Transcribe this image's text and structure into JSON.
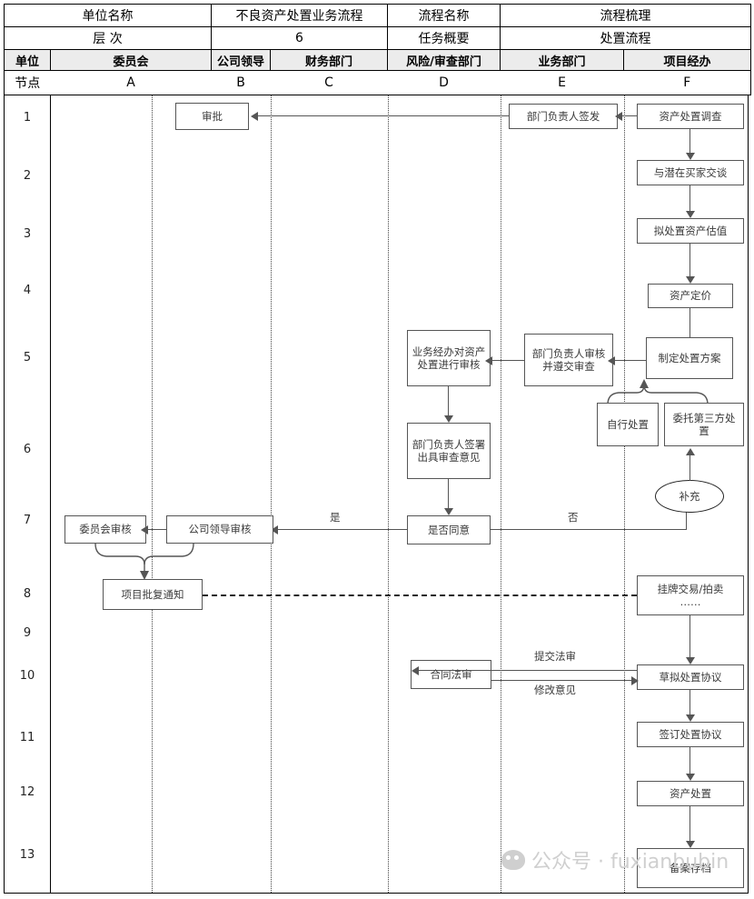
{
  "header": {
    "row1": [
      {
        "label": "单位名称"
      },
      {
        "value": "不良资产处置业务流程"
      },
      {
        "label": "流程名称"
      },
      {
        "value": "流程梳理"
      }
    ],
    "row2": [
      {
        "label": "层    次"
      },
      {
        "value": "6"
      },
      {
        "label": "任务概要"
      },
      {
        "value": "处置流程"
      }
    ],
    "unit_label": "单位",
    "node_label": "节点",
    "lanes": [
      {
        "name": "委员会",
        "code": "A"
      },
      {
        "name": "公司领导",
        "code": "B"
      },
      {
        "name": "财务部门",
        "code": "C"
      },
      {
        "name": "风险/审查部门",
        "code": "D"
      },
      {
        "name": "业务部门",
        "code": "E"
      },
      {
        "name": "项目经办",
        "code": "F"
      }
    ]
  },
  "row_numbers": [
    "1",
    "2",
    "3",
    "4",
    "5",
    "6",
    "7",
    "8",
    "9",
    "10",
    "11",
    "12",
    "13"
  ],
  "nodes": {
    "n1": "审批",
    "n2": "部门负责人签发",
    "n3": "资产处置调查",
    "n4": "与潜在买家交谈",
    "n5": "拟处置资产估值",
    "n6": "资产定价",
    "n7": "制定处置方案",
    "n8": "自行处置",
    "n9": "委托第三方处置",
    "n10": "部门负责人审核并遵交审查",
    "n11": "业务经办对资产处置进行审核",
    "n12": "部门负责人签署出具审查意见",
    "n13": "是否同意",
    "n14": "公司领导审核",
    "n15": "委员会审核",
    "n16": "项目批复通知",
    "n17": "补充",
    "n18": "挂牌交易/拍卖\n……",
    "n19": "草拟处置协议",
    "n20": "合同法审",
    "n21": "签订处置协议",
    "n22": "资产处置",
    "n23": "备案存档"
  },
  "edge_labels": {
    "yes": "是",
    "no": "否",
    "submit_legal": "提交法审",
    "revise": "修改意见"
  },
  "watermark": {
    "text": "公众号 · fuxianbubin",
    "icon": "wechat-icon"
  },
  "colors": {
    "box_border": "#555555",
    "text": "#3a3a3a",
    "header_fill": "#ececec",
    "watermark": "#cfcfcf"
  }
}
